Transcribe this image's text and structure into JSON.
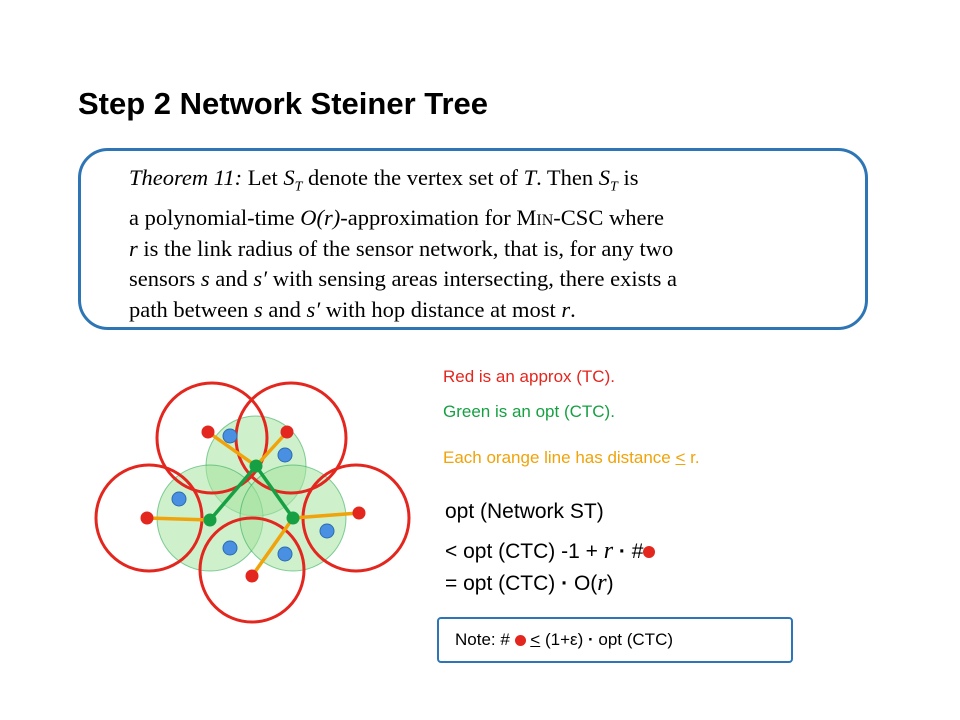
{
  "title": "Step 2 Network Steiner Tree",
  "theorem": {
    "label": "Theorem 11:",
    "line1_a": "Let",
    "line1_s": "S",
    "line1_sub": "T",
    "line1_b": "denote the vertex set of",
    "line1_T": "T",
    "line1_c": ". Then",
    "line1_s2": "S",
    "line1_sub2": "T",
    "line1_d": "is",
    "line2_a": "a polynomial-time",
    "line2_o": "O(r)",
    "line2_b": "-approximation for",
    "line2_sc": "Min-CSC",
    "line2_c": "where",
    "line3_r": "r",
    "line3": "is the link radius of the sensor network, that is, for any two",
    "line4_a": "sensors",
    "line4_s": "s",
    "line4_b": "and",
    "line4_s2": "s′",
    "line4_c": "with sensing areas intersecting, there exists a",
    "line5_a": "path between",
    "line5_s": "s",
    "line5_b": "and",
    "line5_s2": "s′",
    "line5_c": "with hop distance at most",
    "line5_r": "r",
    "line5_end": "."
  },
  "legend": {
    "red": "Red is an approx (TC).",
    "green": "Green is an opt (CTC).",
    "orange_a": "Each orange line has distance",
    "orange_le": "<",
    "orange_b": "r."
  },
  "formulas": {
    "f1": "opt (Network ST)",
    "f2_a": "< opt (CTC) -1  +",
    "f2_r": "r",
    "f2_dot": "·",
    "f2_hash": "#",
    "f3_a": "= opt (CTC)",
    "f3_dot": "·",
    "f3_b": "O(",
    "f3_r": "r",
    "f3_c": ")"
  },
  "note": {
    "a": "Note: #",
    "le": "<",
    "b": "(1+ε)",
    "dot": "·",
    "c": "opt (CTC)"
  },
  "colors": {
    "red": "#e3261e",
    "green": "#16a043",
    "light_green": "#a6e3a1",
    "orange": "#f0a30a",
    "blue": "#4a90e2",
    "border_blue": "#2e75b6"
  }
}
